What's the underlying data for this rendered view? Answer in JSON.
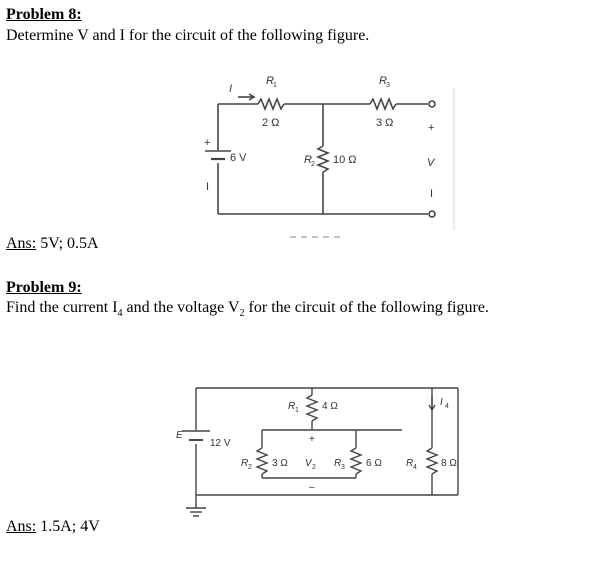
{
  "problem8": {
    "heading": "Problem 8:",
    "statement": "Determine V and I for the circuit of the following figure.",
    "answer_label": "Ans:",
    "answer_value": " 5V; 0.5A",
    "figure": {
      "current": "I",
      "r1_name": "R",
      "r1_sub": "1",
      "r1_value": "2 Ω",
      "r3_name": "R",
      "r3_sub": "3",
      "r3_value": "3 Ω",
      "r2_name": "R",
      "r2_sub": "2",
      "r2_value": "10 Ω",
      "source_value": "6 V",
      "source_plus": "+",
      "source_minus": "I",
      "out_plus": "+",
      "out_minus": "I",
      "out_voltage": "V"
    }
  },
  "problem9": {
    "heading": "Problem 9:",
    "statement_parts": [
      "Find the current I",
      "4",
      " and the voltage V",
      "2",
      " for the circuit of the following figure."
    ],
    "answer_label": "Ans:",
    "answer_value": " 1.5A; 4V",
    "figure": {
      "source_name": "E",
      "source_value": "12 V",
      "r1_name": "R",
      "r1_sub": "1",
      "r1_value": "4 Ω",
      "r2_name": "R",
      "r2_sub": "2",
      "r2_value": "3 Ω",
      "v2_name": "V",
      "v2_sub": "2",
      "v2_plus": "+",
      "v2_minus": "–",
      "r3_name": "R",
      "r3_sub": "3",
      "r3_value": "6 Ω",
      "r4_name": "R",
      "r4_sub": "4",
      "r4_value": "8 Ω",
      "i4_name": "I",
      "i4_sub": "4"
    }
  }
}
